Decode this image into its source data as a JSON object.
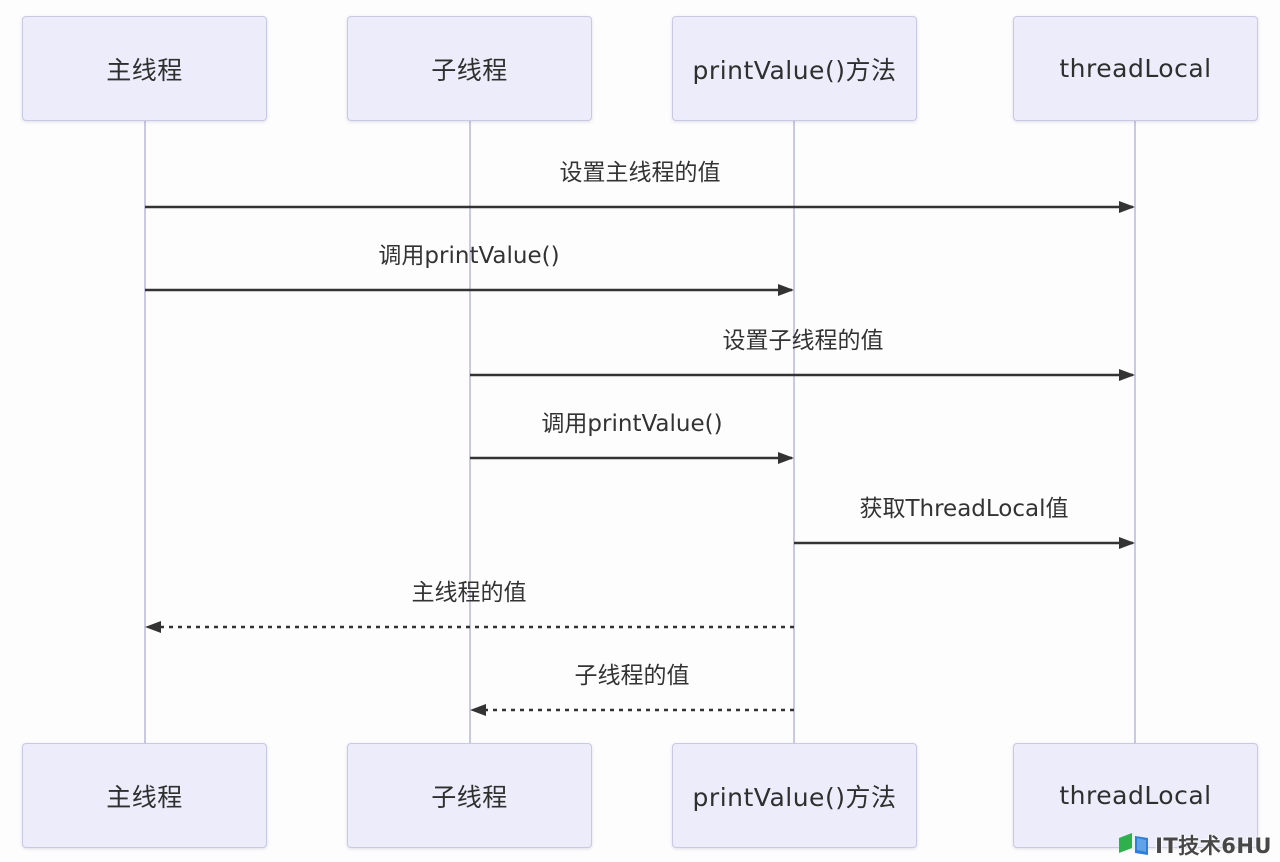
{
  "diagram": {
    "type": "sequence",
    "participants": [
      {
        "id": "main-thread",
        "label": "主线程"
      },
      {
        "id": "child-thread",
        "label": "子线程"
      },
      {
        "id": "print-method",
        "label": "printValue()方法"
      },
      {
        "id": "thread-local",
        "label": "threadLocal"
      }
    ],
    "messages": [
      {
        "label": "设置主线程的值",
        "from": "主线程",
        "to": "threadLocal",
        "type": "solid"
      },
      {
        "label": "调用printValue()",
        "from": "主线程",
        "to": "printValue()方法",
        "type": "solid"
      },
      {
        "label": "设置子线程的值",
        "from": "子线程",
        "to": "threadLocal",
        "type": "solid"
      },
      {
        "label": "调用printValue()",
        "from": "子线程",
        "to": "printValue()方法",
        "type": "solid"
      },
      {
        "label": "获取ThreadLocal值",
        "from": "printValue()方法",
        "to": "threadLocal",
        "type": "solid"
      },
      {
        "label": "主线程的值",
        "from": "printValue()方法",
        "to": "主线程",
        "type": "dashed-return"
      },
      {
        "label": "子线程的值",
        "from": "printValue()方法",
        "to": "子线程",
        "type": "dashed-return"
      }
    ]
  },
  "watermark": {
    "text": "IT技术6HU",
    "icon": "book-icon"
  },
  "colors": {
    "actor_fill": "#ECECFA",
    "actor_border": "#C9C9E4",
    "lifeline": "#C9C9E4",
    "arrow": "#333333",
    "text": "#333333",
    "watermark_green": "#2eb14c",
    "watermark_blue": "#2f7fd6"
  }
}
